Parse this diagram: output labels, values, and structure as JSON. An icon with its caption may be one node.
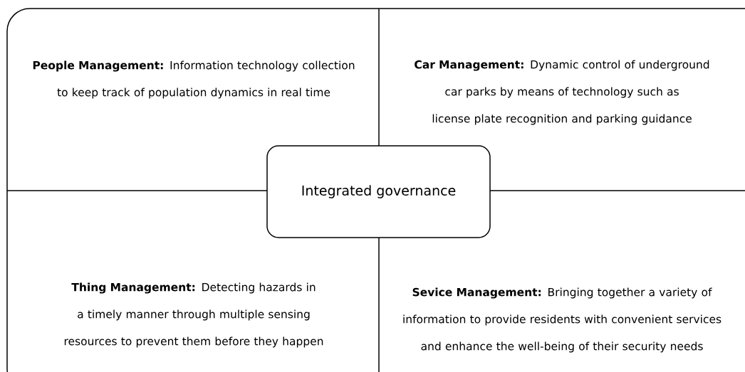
{
  "diagram": {
    "nodes": [
      {
        "text": [
          "Integrated governance"
        ]
      }
    ],
    "labels": [
      "**People Management:**   Information technology collection to keep track of population dynamics in real time",
      "**Car Management:**   Dynamic control of underground car parks by means of technology such as license plate recognition and parking guidance",
      "**Thing Management:**   Detecting hazards in a timely manner through multiple sensing resources to prevent them before they happen",
      "**Sevice Management:**   Bringing together a variety of information to provide residents with convenient services and enhance the well-being of their security needs"
    ]
  }
}
